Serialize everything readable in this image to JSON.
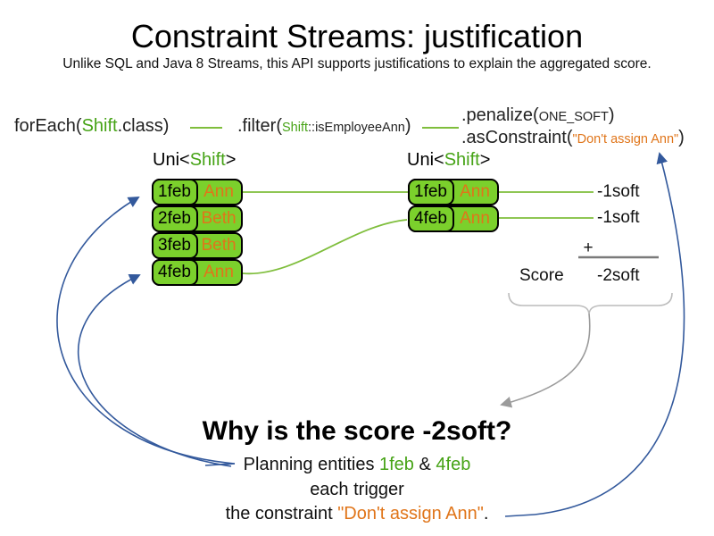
{
  "slide": {
    "title": "Constraint Streams: justification",
    "subtitle": "Unlike SQL and Java 8 Streams, this API supports justifications to explain the aggregated score."
  },
  "pipeline": {
    "foreach": {
      "pre": "forEach(",
      "type": "Shift",
      "post": ".class)"
    },
    "filter": {
      "pre": ".filter(",
      "type": "Shift",
      "method": "::isEmployeeAnn",
      "post": ")"
    },
    "penalize": {
      "pre": ".penalize(",
      "arg": "ONE_SOFT",
      "post": ")"
    },
    "as_constraint": {
      "pre": ".asConstraint(",
      "arg": "\"Don't assign Ann\"",
      "post": ")"
    }
  },
  "left_stream": {
    "label": {
      "pre": "Uni<",
      "type": "Shift",
      "post": ">"
    },
    "rows": [
      {
        "date": "1feb",
        "employee": "Ann"
      },
      {
        "date": "2feb",
        "employee": "Beth"
      },
      {
        "date": "3feb",
        "employee": "Beth"
      },
      {
        "date": "4feb",
        "employee": "Ann"
      }
    ]
  },
  "right_stream": {
    "label": {
      "pre": "Uni<",
      "type": "Shift",
      "post": ">"
    },
    "rows": [
      {
        "date": "1feb",
        "employee": "Ann"
      },
      {
        "date": "4feb",
        "employee": "Ann"
      }
    ]
  },
  "scoring": {
    "penalties": [
      "-1soft",
      "-1soft"
    ],
    "plus": "+",
    "score_label": "Score",
    "total": "-2soft"
  },
  "explanation": {
    "heading": "Why is the score -2soft?",
    "line1_pre": "Planning entities ",
    "entity1": "1feb",
    "line1_mid": " & ",
    "entity2": "4feb",
    "line2": "each trigger",
    "line3_pre": "the constraint ",
    "constraint": "\"Don't assign Ann\"",
    "line3_post": "."
  },
  "colors": {
    "green_text": "#46a316",
    "box_fill": "#7bd02c",
    "box_border": "#000000",
    "orange": "#e0751a",
    "blue": "#33599c",
    "line_green": "#7fbe3c",
    "sum_line": "#7a7a7a",
    "brace": "#bcbcbc",
    "gray_arrow": "#9b9b9b",
    "text": "#1a1a1a"
  }
}
